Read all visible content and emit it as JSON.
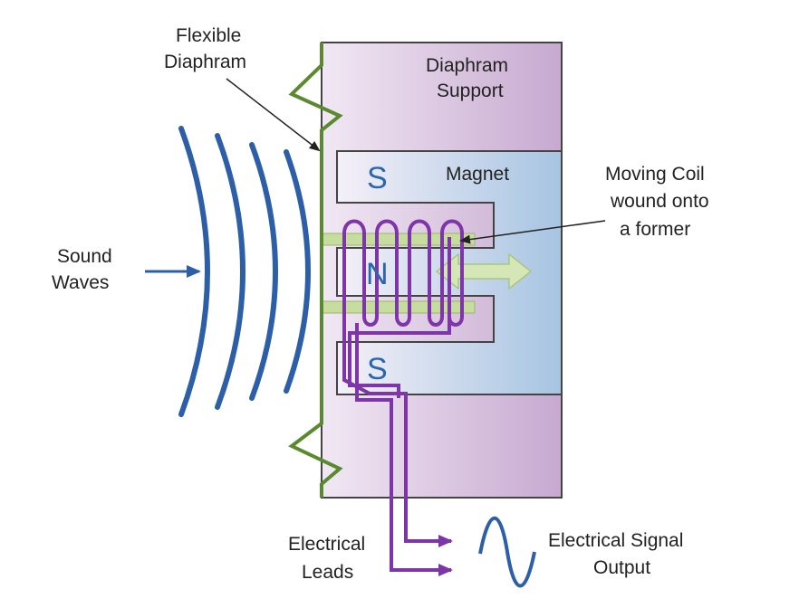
{
  "labels": {
    "flexible_diaphram": [
      "Flexible",
      "Diaphram"
    ],
    "diaphram_support": [
      "Diaphram",
      "Support"
    ],
    "magnet": "Magnet",
    "moving_coil": [
      "Moving Coil",
      "wound onto",
      "a former"
    ],
    "sound_waves": [
      "Sound",
      "Waves"
    ],
    "electrical_leads": [
      "Electrical",
      "Leads"
    ],
    "electrical_signal_output": [
      "Electrical Signal",
      "Output"
    ]
  },
  "poles": {
    "top": "S",
    "middle": "N",
    "bottom": "S"
  },
  "colors": {
    "support_left": "#efe6f2",
    "support_right": "#c9aacf",
    "magnet_left": "#f3eef8",
    "magnet_right": "#a9c6e3",
    "diaphragm": "#5a8a2e",
    "former": "#c7dc9f",
    "coil": "#7e35a8",
    "wave": "#2c5fa8",
    "pole_text": "#2a66b0",
    "motion_arrow": "#d6e7b7"
  }
}
